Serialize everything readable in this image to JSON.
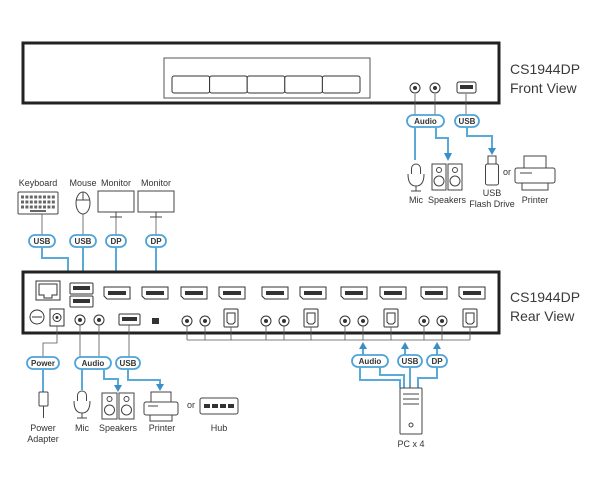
{
  "front_view": {
    "model": "CS1944DP",
    "view_label": "Front View",
    "badges": {
      "audio": "Audio",
      "usb": "USB"
    },
    "devices": {
      "mic": "Mic",
      "speakers": "Speakers",
      "or": "or",
      "usb_flash_drive": [
        "USB",
        "Flash Drive"
      ],
      "printer": "Printer"
    }
  },
  "console": {
    "keyboard": "Keyboard",
    "mouse": "Mouse",
    "monitor_1": "Monitor",
    "monitor_2": "Monitor",
    "badges": [
      "USB",
      "USB",
      "DP",
      "DP"
    ]
  },
  "rear_view": {
    "model": "CS1944DP",
    "view_label": "Rear View",
    "power_badge": "Power",
    "power_adapter": [
      "Power",
      "Adapter"
    ],
    "audio_badge": "Audio",
    "usb_badge": "USB",
    "mic": "Mic",
    "speakers": "Speakers",
    "printer": "Printer",
    "or": "or",
    "hub": "Hub",
    "pc_badges": {
      "audio": "Audio",
      "usb": "USB",
      "dp": "DP"
    },
    "pc_label": "PC x 4"
  },
  "icons": [
    "keyboard-icon",
    "mouse-icon",
    "monitor-icon",
    "mic-icon",
    "speakers-icon",
    "usb-flash-drive-icon",
    "printer-icon",
    "hub-icon",
    "pc-tower-icon",
    "power-adapter-icon"
  ],
  "colors": {
    "cable": "#5aaad8",
    "badge_border": "#4ea3d8",
    "arrow": "#3b8fc8",
    "device_outline": "#222222"
  }
}
